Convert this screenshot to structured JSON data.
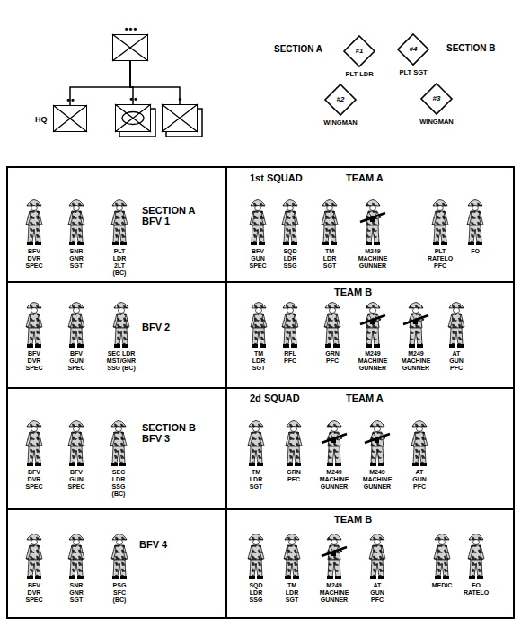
{
  "diagram": {
    "nodes": [
      {
        "text": [
          "•••"
        ]
      },
      {
        "text": [
          "••",
          "HQ"
        ]
      },
      {
        "text": [
          "••"
        ]
      },
      {
        "text": [
          "•"
        ]
      },
      {
        "text": [
          "#1",
          "PLT LDR"
        ]
      },
      {
        "text": [
          "#4",
          "PLT SGT"
        ]
      },
      {
        "text": [
          "#2",
          "WINGMAN"
        ]
      },
      {
        "text": [
          "#3",
          "WINGMAN"
        ]
      },
      {
        "text": [
          "SECTION A BFV 1",
          "BFV DVR SPEC",
          "SNR GNR SGT",
          "PLT LDR 2LT (BC)"
        ]
      },
      {
        "text": [
          "1st SQUAD",
          "TEAM A",
          "BFV GUN SPEC",
          "SQD LDR SSG",
          "TM LDR SGT",
          "M249 MACHINE GUNNER",
          "PLT RATELO PFC",
          "FO"
        ]
      },
      {
        "text": [
          "BFV 2",
          "BFV DVR SPEC",
          "BFV GUN SPEC",
          "SEC LDR MST/GNR SSG (BC)"
        ]
      },
      {
        "text": [
          "TEAM B",
          "TM LDR SGT",
          "RFL PFC",
          "GRN PFC",
          "M249 MACHINE GUNNER",
          "M249 MACHINE GUNNER",
          "AT GUN PFC"
        ]
      },
      {
        "text": [
          "SECTION B BFV 3",
          "BFV DVR SPEC",
          "BFV GUN SPEC",
          "SEC LDR SSG (BC)"
        ]
      },
      {
        "text": [
          "2d SQUAD",
          "TEAM A",
          "TM LDR SGT",
          "GRN PFC",
          "M249 MACHINE GUNNER",
          "M249 MACHINE GUNNER",
          "AT GUN PFC"
        ]
      },
      {
        "text": [
          "BFV 4",
          "BFV DVR SPEC",
          "SNR GNR SGT",
          "PSG SFC (BC)"
        ]
      },
      {
        "text": [
          "TEAM B",
          "SQD LDR SSG",
          "TM LDR SGT",
          "M249 MACHINE GUNNER",
          "AT GUN PFC",
          "MEDIC",
          "FO RATELO"
        ]
      }
    ],
    "edges": [
      {
        "from": 0,
        "to": 1,
        "arrow": "none"
      },
      {
        "from": 0,
        "to": 2,
        "arrow": "none"
      },
      {
        "from": 0,
        "to": 3,
        "arrow": "none"
      }
    ],
    "labels": [
      "SECTION A",
      "SECTION B"
    ]
  }
}
